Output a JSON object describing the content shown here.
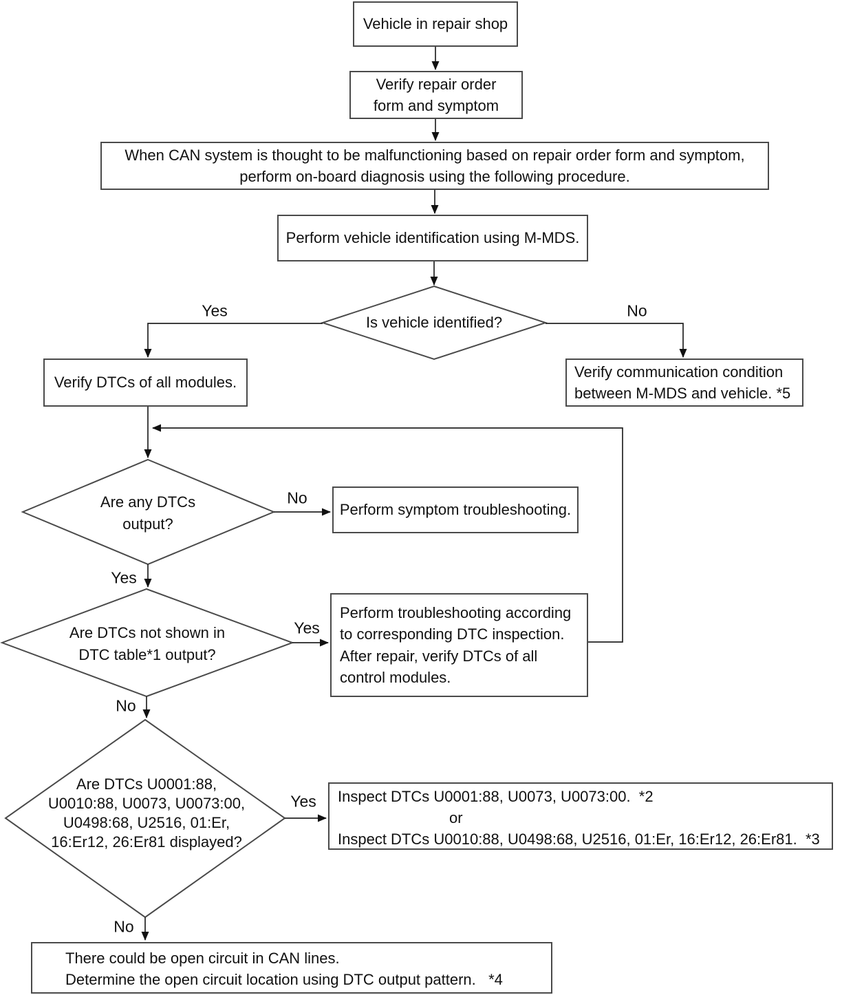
{
  "nodes": {
    "vehicle_in_shop": {
      "text": "Vehicle in repair shop"
    },
    "verify_repair_order": {
      "text": "Verify repair order\nform and symptom"
    },
    "when_can_malfunction": {
      "text": "When CAN system is thought to be malfunctioning based on repair order form and symptom,\nperform on-board diagnosis using the following procedure."
    },
    "perform_vehicle_id": {
      "text": "Perform vehicle identification using M-MDS."
    },
    "is_vehicle_identified": {
      "text": "Is vehicle identified?"
    },
    "verify_dtcs_all": {
      "text": "Verify DTCs of all modules."
    },
    "verify_communication": {
      "text": "Verify communication condition\nbetween M-MDS and vehicle. *5"
    },
    "are_any_dtcs_output": {
      "text": "Are any DTCs\noutput?"
    },
    "symptom_troubleshooting": {
      "text": "Perform symptom troubleshooting."
    },
    "dtcs_not_in_table": {
      "text": "Are DTCs not shown in\nDTC table*1 output?"
    },
    "dtc_troubleshooting": {
      "text": "Perform troubleshooting according\nto corresponding DTC inspection.\nAfter repair, verify DTCs of all\ncontrol modules."
    },
    "dtcs_displayed": {
      "text": "Are DTCs U0001:88,\nU0010:88, U0073, U0073:00,\nU0498:68, U2516, 01:Er,\n16:Er12, 26:Er81 displayed?"
    },
    "inspect_dtcs": {
      "lines": [
        "Inspect DTCs U0001:88, U0073, U0073:00.  *2",
        "or",
        "Inspect DTCs U0010:88, U0498:68, U2516, 01:Er, 16:Er12, 26:Er81.  *3"
      ]
    },
    "open_circuit": {
      "lines": [
        "There could be open circuit in CAN lines.",
        "Determine the open circuit location using DTC output pattern.   *4"
      ]
    }
  },
  "branch_labels": {
    "vehicle_identified_yes": "Yes",
    "vehicle_identified_no": "No",
    "any_dtcs_no": "No",
    "any_dtcs_yes": "Yes",
    "not_in_table_yes": "Yes",
    "not_in_table_no": "No",
    "dtcs_displayed_yes": "Yes",
    "dtcs_displayed_no": "No"
  },
  "colors": {
    "background": "#ffffff",
    "line": "#222222",
    "box_border": "#4a4a4a",
    "text": "#111111"
  }
}
